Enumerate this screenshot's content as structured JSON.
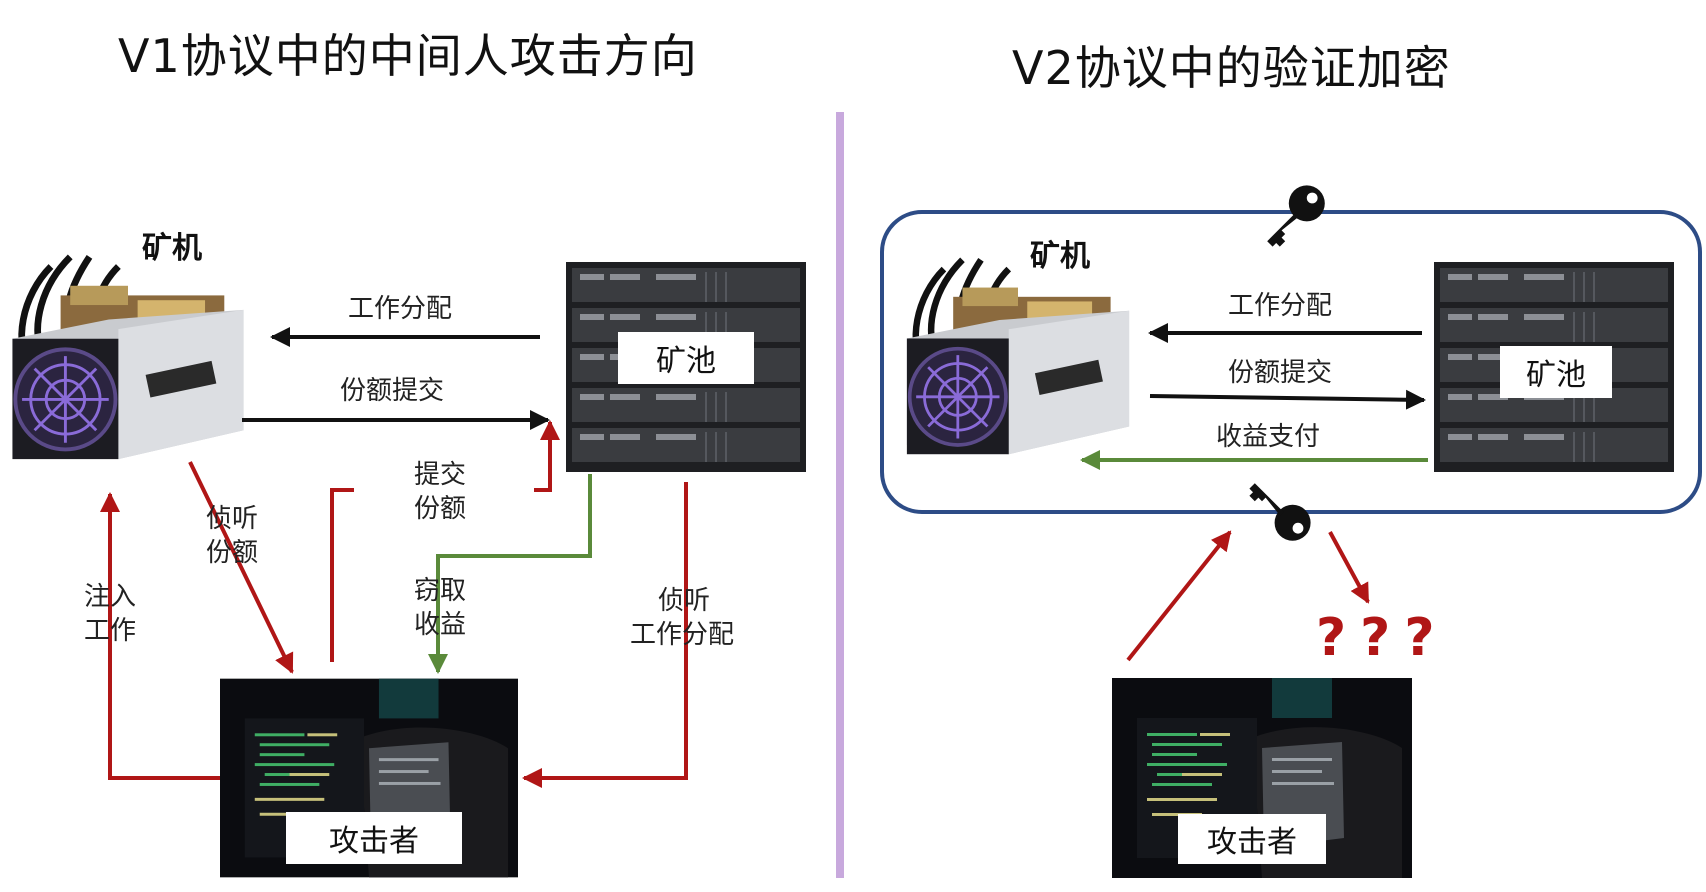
{
  "left": {
    "title": "V1协议中的中间人攻击方向",
    "miner_label": "矿机",
    "pool_label": "矿池",
    "attacker_label": "攻击者",
    "arrow_labels": {
      "work_assign": "工作分配",
      "share_submit": "份额提交",
      "submit_share_l1": "提交",
      "submit_share_l2": "份额",
      "sniff_share_l1": "侦听",
      "sniff_share_l2": "份额",
      "inject_work_l1": "注入",
      "inject_work_l2": "工作",
      "steal_reward_l1": "窃取",
      "steal_reward_l2": "收益",
      "sniff_work_l1": "侦听",
      "sniff_work_l2": "工作分配"
    }
  },
  "right": {
    "title": "V2协议中的验证加密",
    "miner_label": "矿机",
    "pool_label": "矿池",
    "attacker_label": "攻击者",
    "arrow_labels": {
      "work_assign": "工作分配",
      "share_submit": "份额提交",
      "reward_pay": "收益支付"
    },
    "question_marks": "???"
  },
  "colors": {
    "attack_red": "#b01616",
    "reward_green": "#5a8a3a",
    "flow_black": "#111111",
    "secure_border": "#2d4c86",
    "divider": "#c8a9dd"
  },
  "icons": [
    "key-icon",
    "mining-rig-icon",
    "server-rack-icon",
    "attacker-screen-icon"
  ]
}
